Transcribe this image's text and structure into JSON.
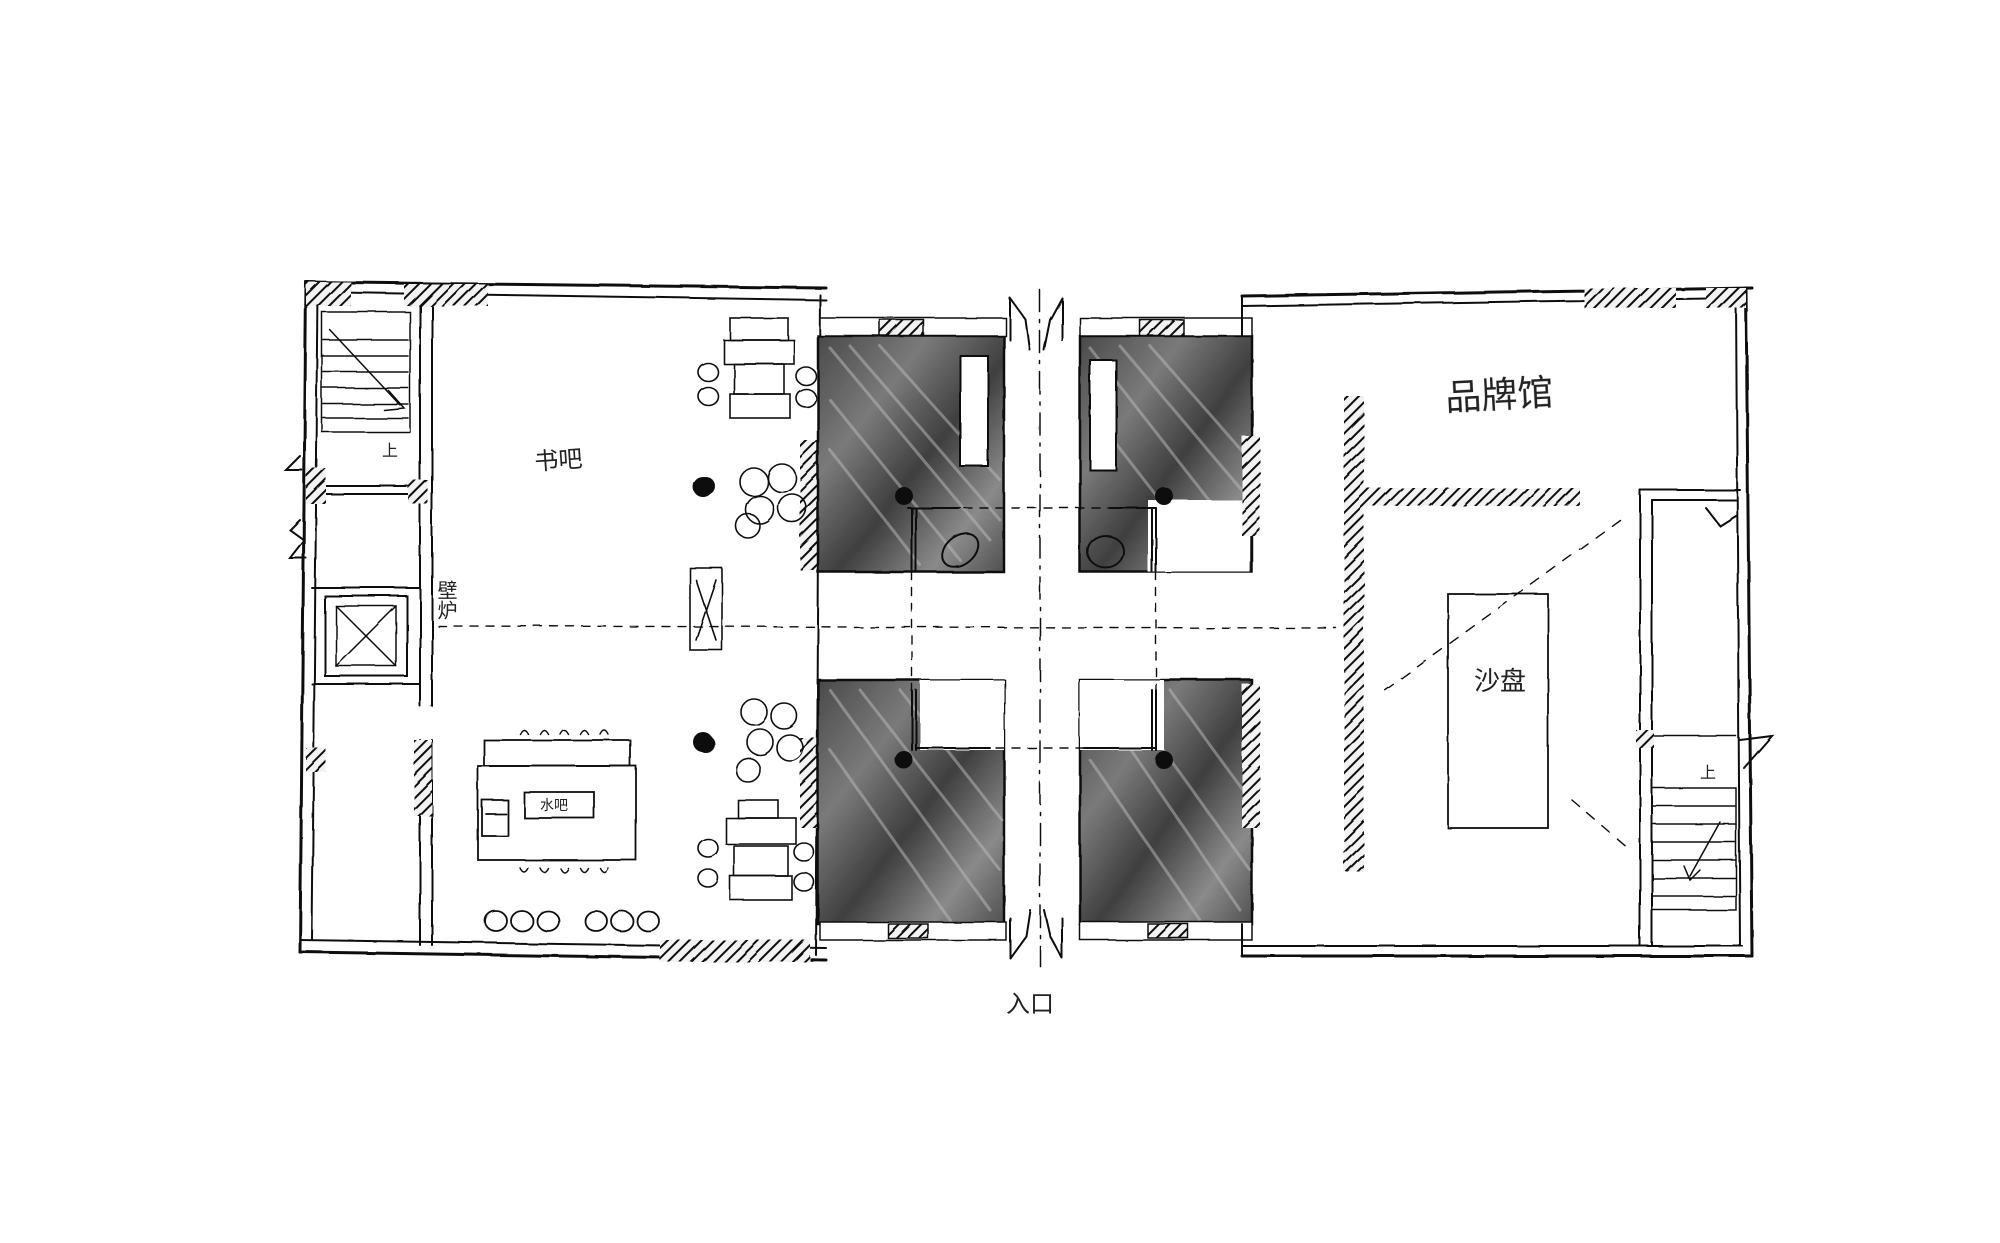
{
  "labels": {
    "book_bar": "书吧",
    "wall_note": "壁炉",
    "gallery": "品牌馆",
    "sand_table": "沙盘",
    "entrance": "入口",
    "stair_up_left": "上",
    "stair_up_right": "上",
    "counter": "水吧"
  },
  "colors": {
    "ink": "#111111",
    "hatch": "#1a1a1a",
    "shade": "#5a5a5a",
    "shade_light": "#8c8c8c"
  }
}
